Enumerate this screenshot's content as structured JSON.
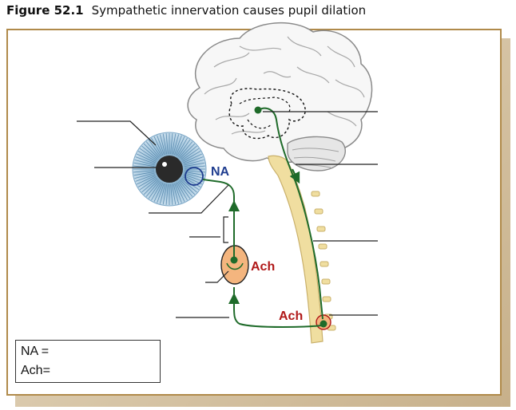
{
  "figure": {
    "number": "Figure 52.1",
    "caption": "Sympathetic innervation causes pupil dilation"
  },
  "labels": {
    "na": "NA",
    "ach_ganglion": "Ach",
    "ach_spinal": "Ach"
  },
  "legend": {
    "na_line": "NA =",
    "ach_line": "Ach="
  },
  "colors": {
    "frame_border": "#b08a4a",
    "nerve_green": "#1f6b2a",
    "iris_blue": "#9fc3dc",
    "spinal_cord": "#f0dea0",
    "ganglion_fill": "#f4b57e",
    "na_blue": "#1f3d8f",
    "ach_red": "#b01818"
  }
}
